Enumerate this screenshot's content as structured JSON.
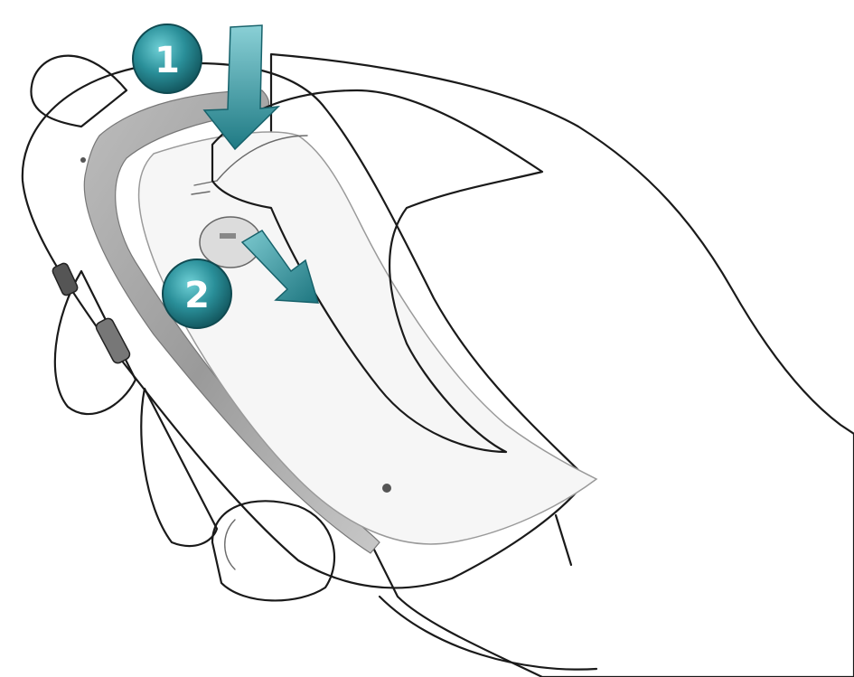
{
  "steps": [
    {
      "number": "1",
      "action": "press-down"
    },
    {
      "number": "2",
      "action": "slide-out"
    }
  ],
  "colors": {
    "accent": "#2a8f99",
    "accent_dark": "#17626b",
    "accent_light": "#5fc0c8",
    "phone_body": "#e9e9e9",
    "phone_cover": "#f4f4f4",
    "hand": "#ffffff",
    "outline": "#1a1a1a"
  }
}
